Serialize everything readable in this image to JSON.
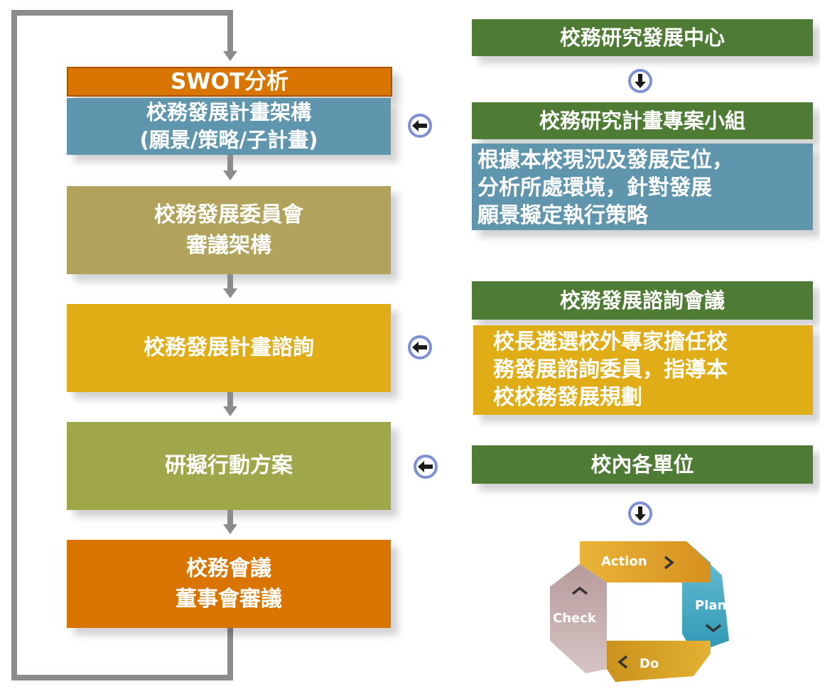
{
  "left_flow": {
    "swot": "SWOT分析",
    "framework": "校務發展計畫架構\n(願景/策略/子計畫)",
    "committee": "校務發展委員會\n審議架構",
    "consult": "校務發展計畫諮詢",
    "action_plan": "研擬行動方案",
    "board": "校務會議\n董事會審議"
  },
  "right_panel": {
    "center": "校務研究發展中心",
    "task_force": "校務研究計畫專案小組",
    "task_force_desc": "根據本校現況及發展定位，\n分析所處環境，針對發展\n願景擬定執行策略",
    "advisory_meeting": "校務發展諮詢會議",
    "advisory_desc": "校長遴選校外專家擔任校\n務發展諮詢委員，指導本\n校校務發展規劃",
    "units": "校內各單位"
  },
  "cycle": {
    "action": "Action",
    "plan": "Plan",
    "do": "Do",
    "check": "Check"
  },
  "colors": {
    "orange": "#d97400",
    "blue": "#5f96ad",
    "olive": "#b1a35c",
    "gold": "#e0ad17",
    "green_olive": "#9fa74a",
    "dark_green": "#4f7c35",
    "gray": "#8c8c8c"
  }
}
